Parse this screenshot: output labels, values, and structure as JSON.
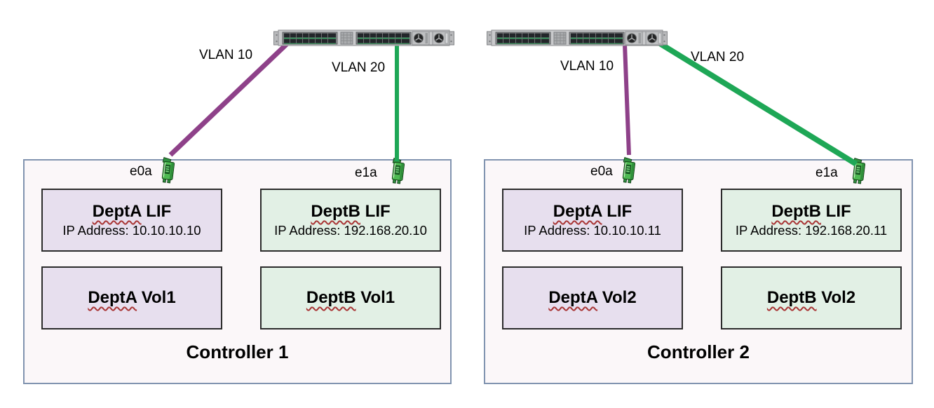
{
  "colors": {
    "vlan10_line": "#8e4189",
    "vlan20_line": "#1ea756",
    "dept_a_fill": "#e7dfee",
    "dept_b_fill": "#e2f0e5",
    "controller_fill": "#fbf7f9",
    "controller_border": "#8194b0"
  },
  "icons": {
    "switch": "rack-switch-rear-image",
    "port": "ethernet-nic-icon"
  },
  "switch1": {
    "vlan10_label": "VLAN 10",
    "vlan20_label": "VLAN 20"
  },
  "switch2": {
    "vlan10_label": "VLAN 10",
    "vlan20_label": "VLAN 20"
  },
  "controllers": [
    {
      "name": "Controller 1",
      "ports": [
        {
          "label": "e0a"
        },
        {
          "label": "e1a"
        }
      ],
      "lifs": [
        {
          "dept": "DeptA",
          "kind": "LIF",
          "ip_line": "IP Address: 10.10.10.10"
        },
        {
          "dept": "DeptB",
          "kind": "LIF",
          "ip_line": "IP Address: 192.168.20.10"
        }
      ],
      "vols": [
        {
          "dept": "DeptA",
          "kind": "Vol1"
        },
        {
          "dept": "DeptB",
          "kind": "Vol1"
        }
      ]
    },
    {
      "name": "Controller 2",
      "ports": [
        {
          "label": "e0a"
        },
        {
          "label": "e1a"
        }
      ],
      "lifs": [
        {
          "dept": "DeptA",
          "kind": "LIF",
          "ip_line": "IP Address: 10.10.10.11"
        },
        {
          "dept": "DeptB",
          "kind": "LIF",
          "ip_line": "IP Address: 192.168.20.11"
        }
      ],
      "vols": [
        {
          "dept": "DeptA",
          "kind": "Vol2"
        },
        {
          "dept": "DeptB",
          "kind": "Vol2"
        }
      ]
    }
  ]
}
